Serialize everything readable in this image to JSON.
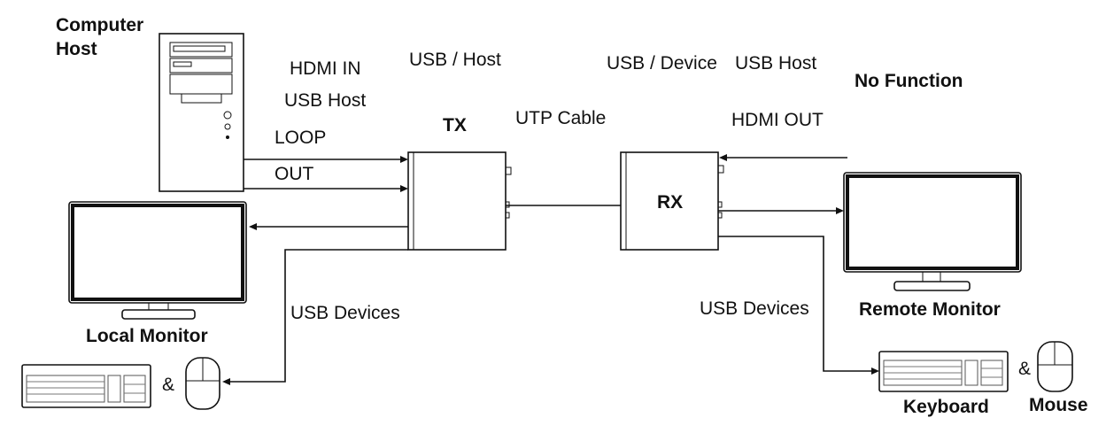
{
  "labels": {
    "computer_host_line1": "Computer",
    "computer_host_line2": "Host",
    "hdmi_in": "HDMI IN",
    "usb_host_left": "USB Host",
    "loop": "LOOP",
    "out": "OUT",
    "usb_host_tx": "USB / Host",
    "tx": "TX",
    "utp_cable": "UTP Cable",
    "usb_device": "USB / Device",
    "usb_host_right": "USB Host",
    "no_function": "No Function",
    "hdmi_out": "HDMI OUT",
    "rx": "RX",
    "local_monitor": "Local Monitor",
    "usb_devices_left": "USB Devices",
    "amp_left": "&",
    "remote_monitor": "Remote Monitor",
    "usb_devices_right": "USB Devices",
    "keyboard": "Keyboard",
    "amp_right": "&",
    "mouse": "Mouse"
  }
}
